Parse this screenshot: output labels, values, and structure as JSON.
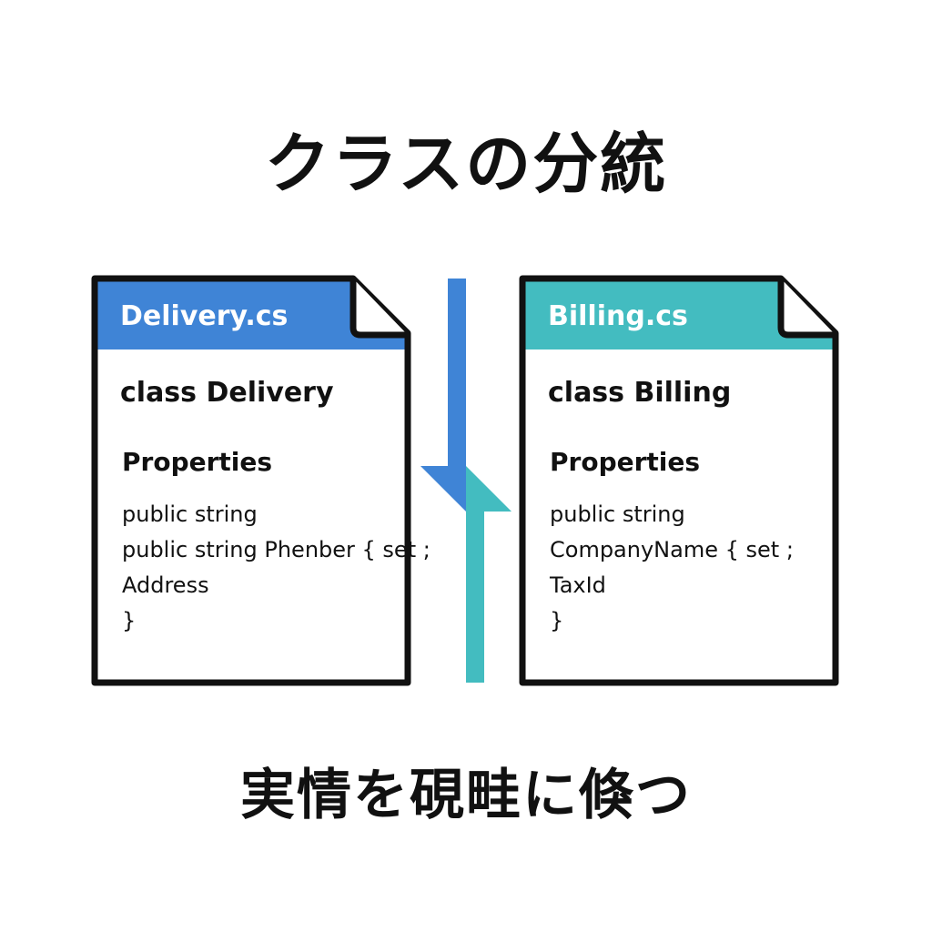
{
  "title": "クラスの分統",
  "subtitle": "実情を硯畦に倏つ",
  "colors": {
    "blue": "#3f84d6",
    "teal": "#43bcc0",
    "outline": "#111111"
  },
  "files": [
    {
      "filename": "Delivery.cs",
      "class_decl": "class Delivery",
      "properties_heading": "Properties",
      "lines": [
        "public string",
        "public string Phenber { set ;",
        "Address",
        "}"
      ]
    },
    {
      "filename": "Billing.cs",
      "class_decl": "class Billing",
      "properties_heading": "Properties",
      "lines": [
        "public string",
        "CompanyName { set ;",
        "TaxId",
        "}"
      ]
    }
  ]
}
